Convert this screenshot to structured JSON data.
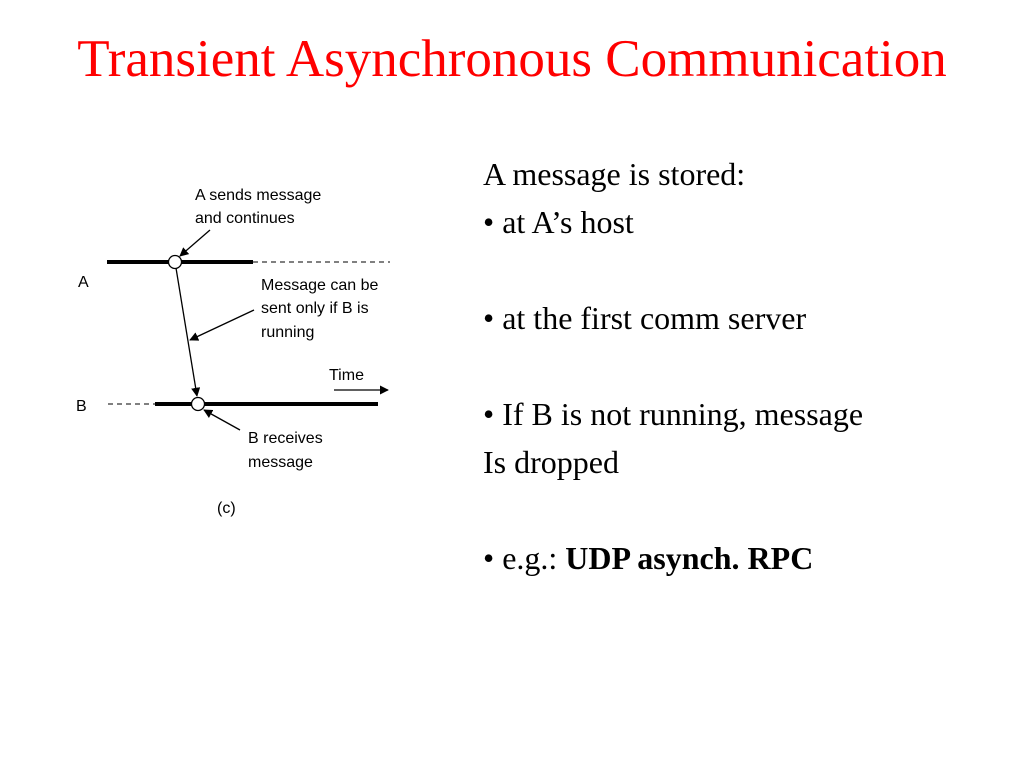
{
  "title": "Transient Asynchronous Communication",
  "diagram": {
    "label_a": "A",
    "label_b": "B",
    "annotation_sends": [
      "A sends message",
      "and continues"
    ],
    "annotation_sent_only": [
      "Message can be",
      "sent only if B is",
      "running"
    ],
    "annotation_receives": [
      "B receives",
      "message"
    ],
    "time_label": "Time",
    "caption": "(c)"
  },
  "text_block": {
    "intro": "A message is stored:",
    "bullet_1": "• at A’s host",
    "bullet_2": "• at the first comm server",
    "bullet_3_line1": "• If B is not running, message",
    "bullet_3_line2": "Is dropped",
    "bullet_4_prefix": "• e.g.: ",
    "bullet_4_bold": "UDP asynch. RPC"
  }
}
